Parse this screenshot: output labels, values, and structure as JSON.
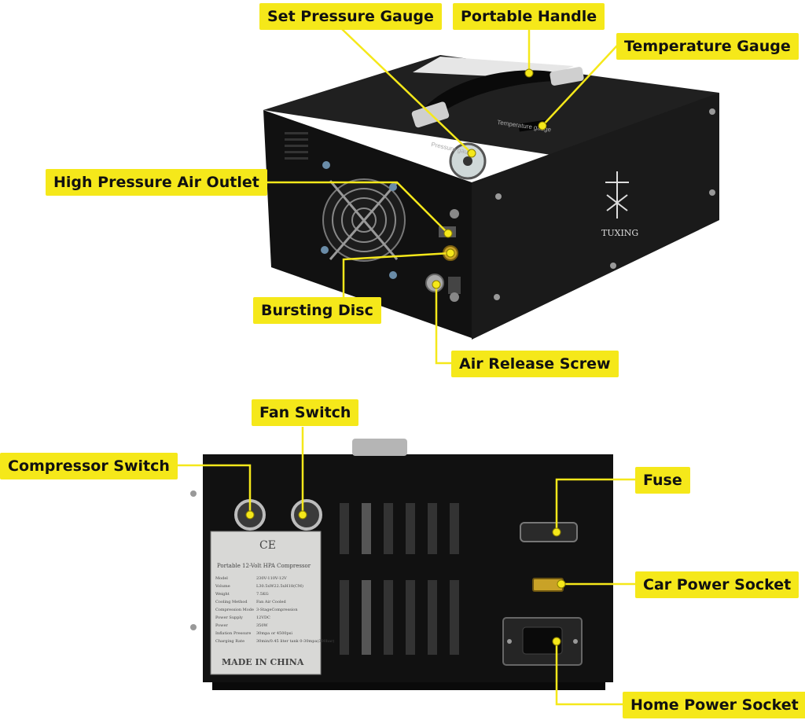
{
  "callouts": {
    "set_pressure_gauge": "Set Pressure Gauge",
    "portable_handle": "Portable Handle",
    "temperature_gauge": "Temperature Gauge",
    "high_pressure_air_outlet": "High Pressure Air Outlet",
    "bursting_disc": "Bursting Disc",
    "air_release_screw": "Air Release Screw",
    "fan_switch": "Fan Switch",
    "compressor_switch": "Compressor Switch",
    "fuse": "Fuse",
    "car_power_socket": "Car Power Socket",
    "home_power_socket": "Home Power Socket"
  },
  "device": {
    "brand": "TUXING",
    "top_label_pressure": "Pressure gauge",
    "top_label_temperature": "Temperature gauge"
  },
  "nameplate": {
    "ce_mark": "CE",
    "title": "Portable 12-Volt HPA Compressor",
    "rows": [
      {
        "key": "Model",
        "value": "230V-110V-12V"
      },
      {
        "key": "Volume",
        "value": "L30.5xW22.5xH18(CM)"
      },
      {
        "key": "Weight",
        "value": "7.5KG"
      },
      {
        "key": "Cooling Method",
        "value": "Fan Air Cooled"
      },
      {
        "key": "Compression Mode",
        "value": "3-StageCompression"
      },
      {
        "key": "Power Supply",
        "value": "12VDC"
      },
      {
        "key": "Power",
        "value": "350W"
      },
      {
        "key": "Inflation Pressure",
        "value": "30mpa or 4500psi"
      },
      {
        "key": "Charging Rate",
        "value": "30min/0.45 liter tank 0-30mpa(300bar)"
      }
    ],
    "made_in": "MADE IN CHINA"
  },
  "colors": {
    "callout_bg": "#f5e81a",
    "device_body": "#141414",
    "device_panel": "#1e1e1e"
  }
}
